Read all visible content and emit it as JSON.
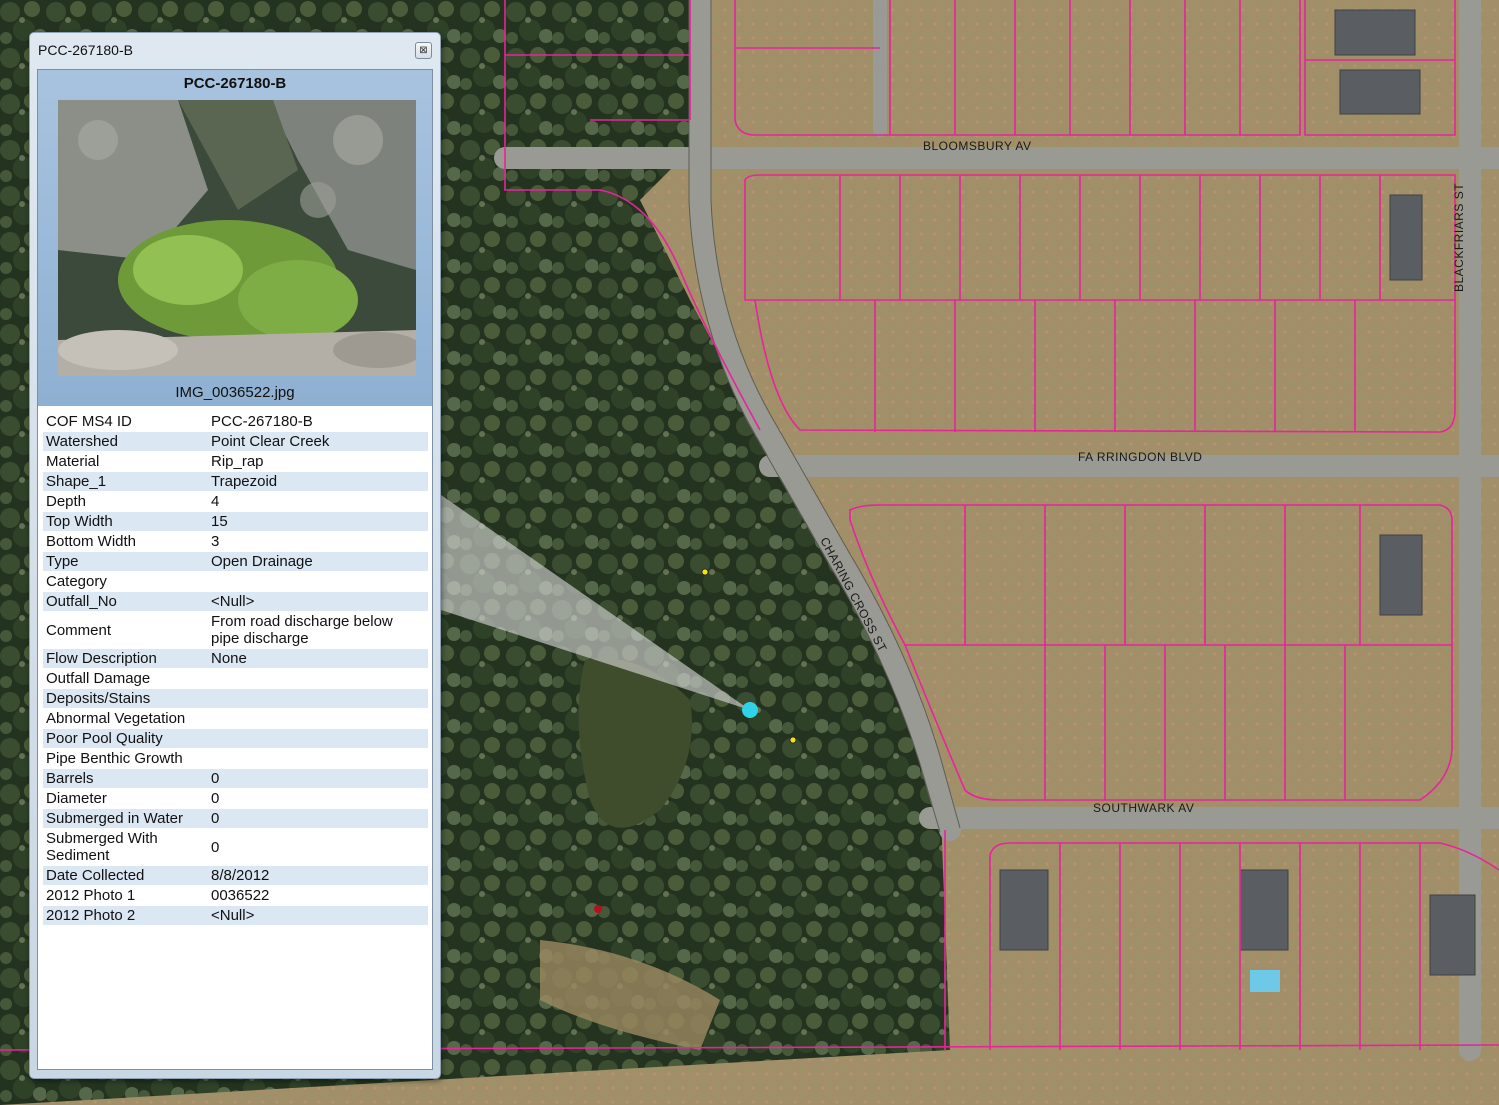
{
  "popup": {
    "window_title": "PCC-267180-B",
    "close_icon": "close-icon",
    "header_title": "PCC-267180-B",
    "photo_caption": "IMG_0036522.jpg",
    "attributes": [
      {
        "field": "COF MS4 ID",
        "value": "PCC-267180-B"
      },
      {
        "field": "Watershed",
        "value": "Point Clear Creek"
      },
      {
        "field": "Material",
        "value": "Rip_rap"
      },
      {
        "field": "Shape_1",
        "value": "Trapezoid"
      },
      {
        "field": "Depth",
        "value": "4"
      },
      {
        "field": "Top Width",
        "value": "15"
      },
      {
        "field": "Bottom Width",
        "value": "3"
      },
      {
        "field": "Type",
        "value": "Open Drainage"
      },
      {
        "field": "Category",
        "value": ""
      },
      {
        "field": "Outfall_No",
        "value": "<Null>"
      },
      {
        "field": "Comment",
        "value": "From road discharge below pipe discharge"
      },
      {
        "field": "Flow Description",
        "value": "None"
      },
      {
        "field": "Outfall Damage",
        "value": ""
      },
      {
        "field": "Deposits/Stains",
        "value": ""
      },
      {
        "field": "Abnormal Vegetation",
        "value": ""
      },
      {
        "field": "Poor Pool Quality",
        "value": ""
      },
      {
        "field": "Pipe Benthic Growth",
        "value": ""
      },
      {
        "field": "Barrels",
        "value": "0"
      },
      {
        "field": "Diameter",
        "value": "0"
      },
      {
        "field": "Submerged in Water",
        "value": "0"
      },
      {
        "field": "Submerged With Sediment",
        "value": "0"
      },
      {
        "field": "Date Collected",
        "value": "8/8/2012"
      },
      {
        "field": "2012 Photo 1",
        "value": "0036522"
      },
      {
        "field": "2012 Photo 2",
        "value": "<Null>"
      }
    ]
  },
  "map": {
    "road_labels": {
      "bloomsbury": "BLOOMSBURY AV",
      "farringdon": "FA RRINGDON BLVD",
      "southwark": "SOUTHWARK AV",
      "charing_cross": "CHARING CROSS ST",
      "blackfriars": "BLACKFRIARS ST"
    },
    "colors": {
      "parcel_lines": "#e8249a",
      "selected_feature": "#2fd3e8",
      "outfall_points": "#f2e21a",
      "red_point": "#b3121a"
    }
  }
}
